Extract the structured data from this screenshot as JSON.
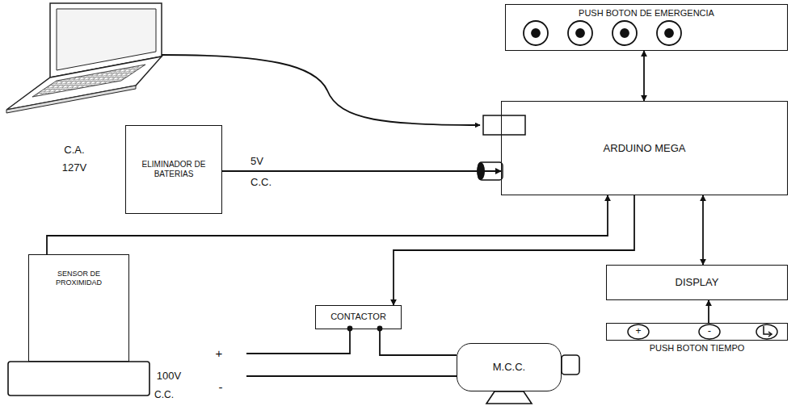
{
  "diagram": {
    "nodes": [
      {
        "text": [
          "PUSH BOTON DE EMERGENCIA"
        ]
      },
      {
        "text": [
          "ELIMINADOR DE BATERIAS"
        ]
      },
      {
        "text": [
          "ARDUINO MEGA"
        ]
      },
      {
        "text": [
          "DISPLAY"
        ]
      },
      {
        "text": [
          "PUSH BOTON TIEMPO"
        ]
      },
      {
        "text": [
          "SENSOR DE PROXIMIDAD"
        ]
      },
      {
        "text": [
          "CONTACTOR"
        ]
      },
      {
        "text": [
          "M.C.C."
        ]
      }
    ],
    "edges": [
      {
        "from": 0,
        "to": 2,
        "arrow": "both"
      },
      {
        "from": 1,
        "to": 2,
        "arrow": "to"
      },
      {
        "from": 2,
        "to": 3,
        "arrow": "both"
      },
      {
        "from": 4,
        "to": 3,
        "arrow": "to"
      },
      {
        "from": 5,
        "to": 2,
        "arrow": "to"
      },
      {
        "from": 2,
        "to": 6,
        "arrow": "to"
      },
      {
        "from": 6,
        "to": 7,
        "arrow": "none"
      }
    ],
    "labels": [
      "C.A.",
      "127V",
      "5V",
      "C.C.",
      "+",
      "-",
      "+",
      "100V",
      "-",
      "C.C."
    ]
  }
}
